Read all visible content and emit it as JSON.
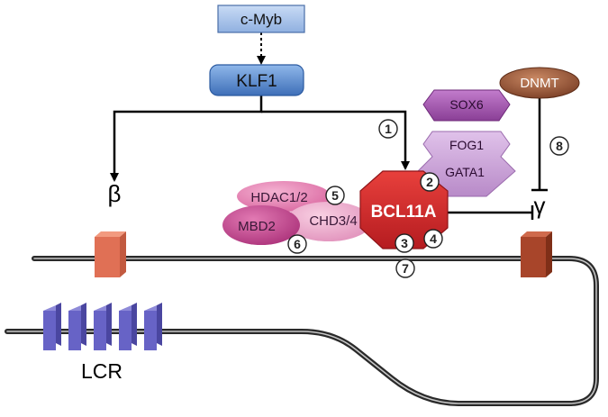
{
  "nodes": {
    "cmyb": "c-Myb",
    "klf1": "KLF1",
    "dnmt": "DNMT",
    "sox6": "SOX6",
    "fog1": "FOG1",
    "gata1": "GATA1",
    "bcl11a": "BCL11A",
    "hdac": "HDAC1/2",
    "mbd2": "MBD2",
    "chd": "CHD3/4"
  },
  "genes": {
    "beta": "β",
    "gamma": "γ",
    "lcr": "LCR"
  },
  "markers": [
    "1",
    "2",
    "3",
    "4",
    "5",
    "6",
    "7",
    "8"
  ],
  "colors": {
    "top_box": "#9ab6e0",
    "klf1": "#4a7fc9",
    "dnmt": "#8e5238",
    "sox6": "#9b4fa5",
    "fog_gata": "#c49ad4",
    "bcl11a": "#d8262a",
    "hdac": "#e27ab3",
    "mbd2": "#c33f8e",
    "chd": "#eda3c8",
    "beta_box": "#e07055",
    "gamma_box": "#b04a2e",
    "lcr_box": "#6b67c8"
  }
}
